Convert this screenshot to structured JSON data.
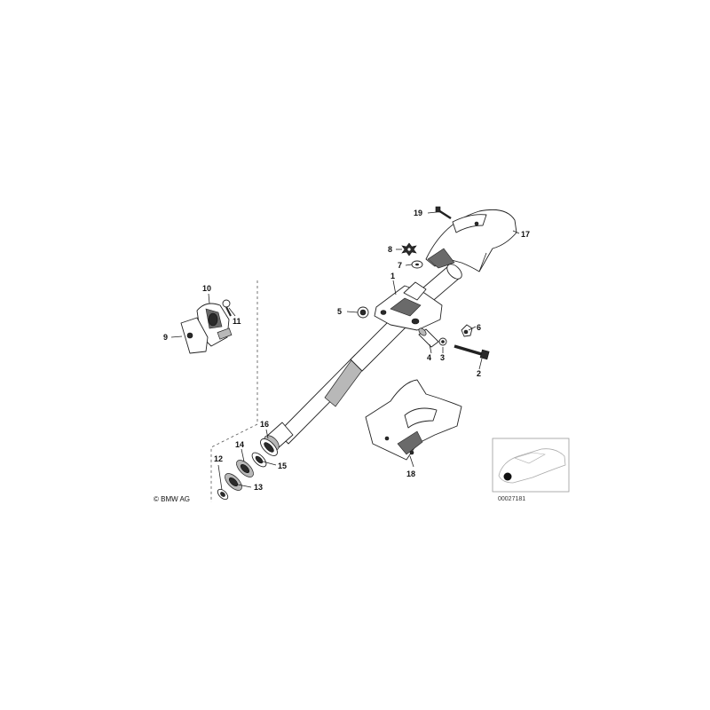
{
  "copyright": "© BMW AG",
  "diagram_number": "00027181",
  "callouts": [
    "1",
    "2",
    "3",
    "4",
    "5",
    "6",
    "7",
    "8",
    "9",
    "10",
    "11",
    "12",
    "13",
    "14",
    "15",
    "16",
    "17",
    "18",
    "19"
  ]
}
